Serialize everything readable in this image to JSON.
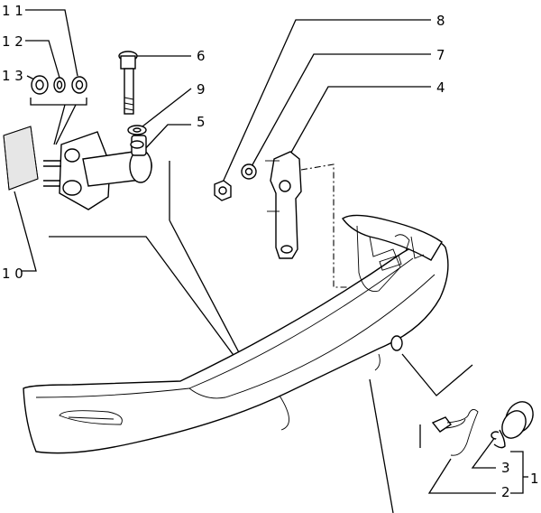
{
  "diagram": {
    "callouts": [
      {
        "id": "c11",
        "text": "1 1"
      },
      {
        "id": "c12",
        "text": "1 2"
      },
      {
        "id": "c13",
        "text": "1 3"
      },
      {
        "id": "c10",
        "text": "1 0"
      },
      {
        "id": "c6",
        "text": "6"
      },
      {
        "id": "c9",
        "text": "9"
      },
      {
        "id": "c5",
        "text": "5"
      },
      {
        "id": "c8",
        "text": "8"
      },
      {
        "id": "c7",
        "text": "7"
      },
      {
        "id": "c4",
        "text": "4"
      },
      {
        "id": "c3",
        "text": "3"
      },
      {
        "id": "c2",
        "text": "2"
      },
      {
        "id": "c1",
        "text": "1"
      }
    ]
  }
}
